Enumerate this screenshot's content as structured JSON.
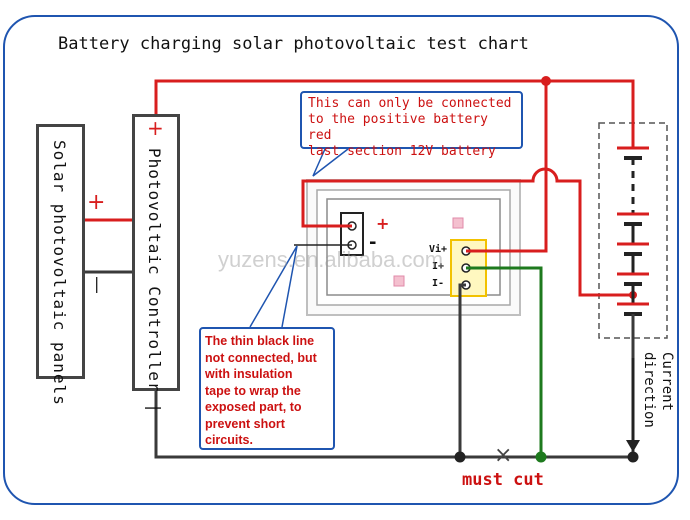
{
  "title": "Battery charging solar photovoltaic test chart",
  "solar_panel": {
    "label": "Solar photovoltaic panels",
    "plus": "+",
    "minus": "|"
  },
  "controller": {
    "label": "Photovoltaic Controller |",
    "plus": "+"
  },
  "note_top": "This can only be connected\nto the positive battery red\nlast section 12V battery",
  "note_left": "The thin black line\nnot connected, but\nwith insulation\ntape to wrap the\nexposed part, to\nprevent short\ncircuits.",
  "meter": {
    "plus": "+",
    "minus": "-",
    "pin_vi": "Vi+",
    "pin_iplus": "I+",
    "pin_iminus": "I-"
  },
  "current_direction": "Current\ndirection",
  "must_cut": "must cut",
  "cut_mark": "×",
  "watermark": "yuzens.en.alibaba.com",
  "colors": {
    "positive_wire": "#d81e1e",
    "negative_wire": "#3a3a3a",
    "sense_wire": "#1e7a1e",
    "frame": "#1f55b0"
  }
}
